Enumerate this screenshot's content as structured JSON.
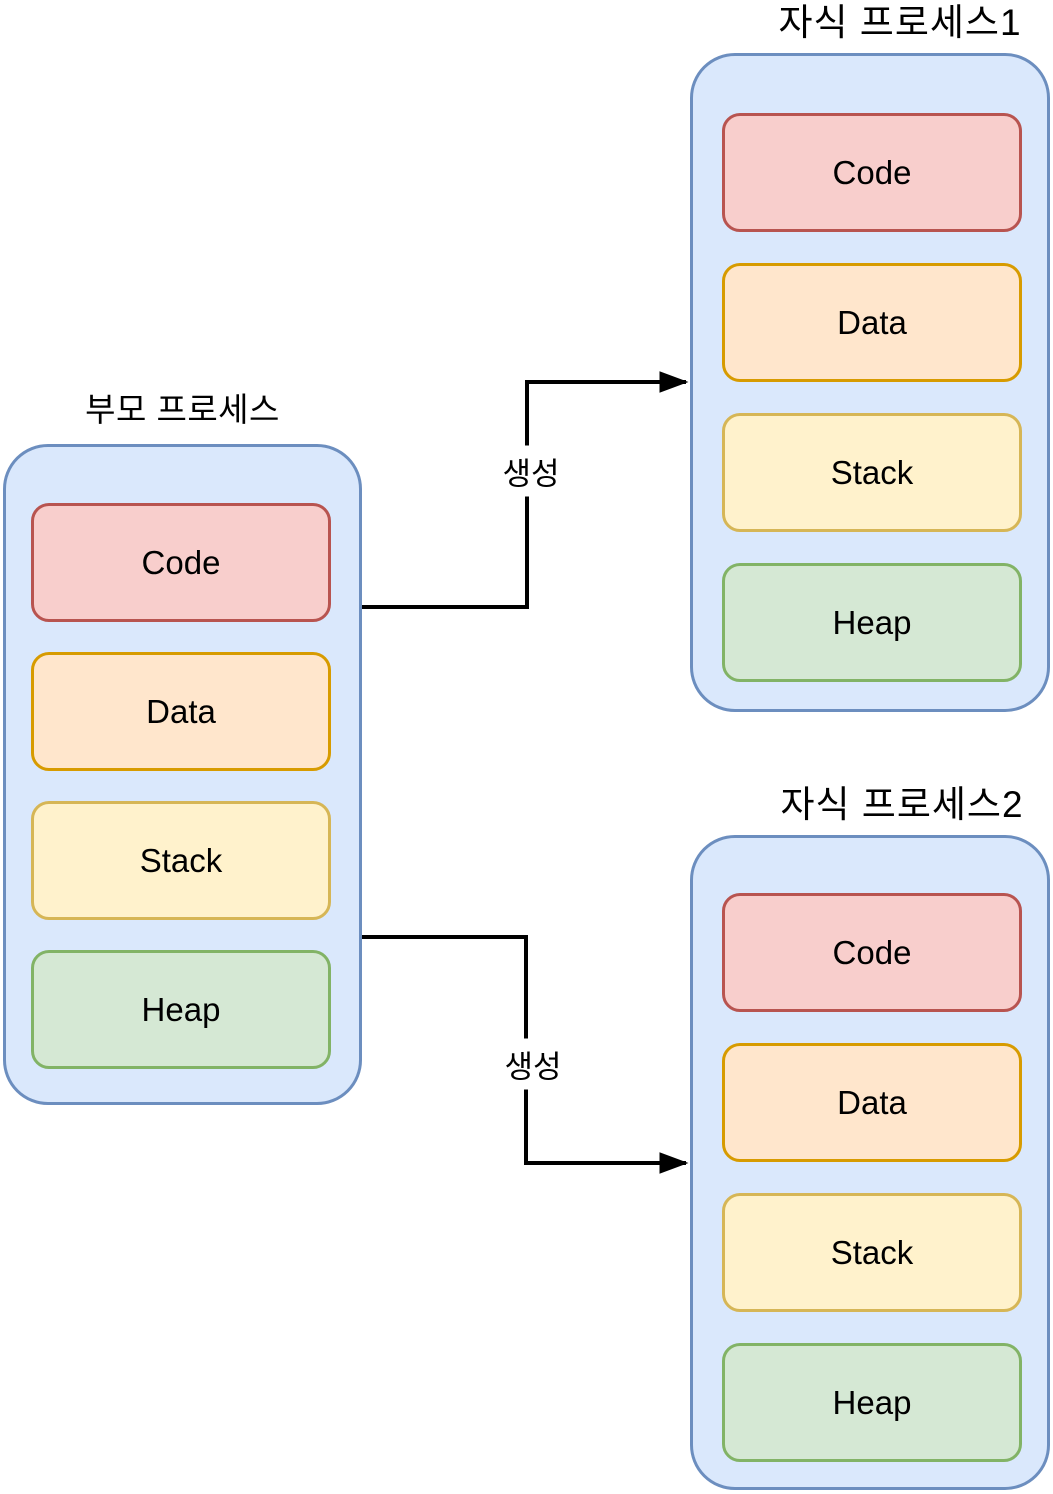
{
  "colors": {
    "background": "#ffffff",
    "process_fill": "#dae8fc",
    "process_stroke": "#6c8ebf",
    "arrow": "#000000",
    "code_fill": "#f8cecc",
    "code_stroke": "#b85450",
    "data_fill": "#ffe6cc",
    "data_stroke": "#d79b00",
    "stack_fill": "#fff2cc",
    "stack_stroke": "#d6b656",
    "heap_fill": "#d5e8d4",
    "heap_stroke": "#82b366"
  },
  "processes": [
    {
      "id": "parent",
      "title": "부모 프로세스",
      "blocks": [
        {
          "label": "Code",
          "fill": "#f8cecc",
          "stroke": "#b85450"
        },
        {
          "label": "Data",
          "fill": "#ffe6cc",
          "stroke": "#d79b00"
        },
        {
          "label": "Stack",
          "fill": "#fff2cc",
          "stroke": "#d6b656"
        },
        {
          "label": "Heap",
          "fill": "#d5e8d4",
          "stroke": "#82b366"
        }
      ]
    },
    {
      "id": "child1",
      "title": "자식 프로세스1",
      "blocks": [
        {
          "label": "Code",
          "fill": "#f8cecc",
          "stroke": "#b85450"
        },
        {
          "label": "Data",
          "fill": "#ffe6cc",
          "stroke": "#d79b00"
        },
        {
          "label": "Stack",
          "fill": "#fff2cc",
          "stroke": "#d6b656"
        },
        {
          "label": "Heap",
          "fill": "#d5e8d4",
          "stroke": "#82b366"
        }
      ]
    },
    {
      "id": "child2",
      "title": "자식 프로세스2",
      "blocks": [
        {
          "label": "Code",
          "fill": "#f8cecc",
          "stroke": "#b85450"
        },
        {
          "label": "Data",
          "fill": "#ffe6cc",
          "stroke": "#d79b00"
        },
        {
          "label": "Stack",
          "fill": "#fff2cc",
          "stroke": "#d6b656"
        },
        {
          "label": "Heap",
          "fill": "#d5e8d4",
          "stroke": "#82b366"
        }
      ]
    }
  ],
  "arrows": [
    {
      "label": "생성",
      "from": "부모 프로세스",
      "to": "자식 프로세스1"
    },
    {
      "label": "생성",
      "from": "부모 프로세스",
      "to": "자식 프로세스2"
    }
  ]
}
